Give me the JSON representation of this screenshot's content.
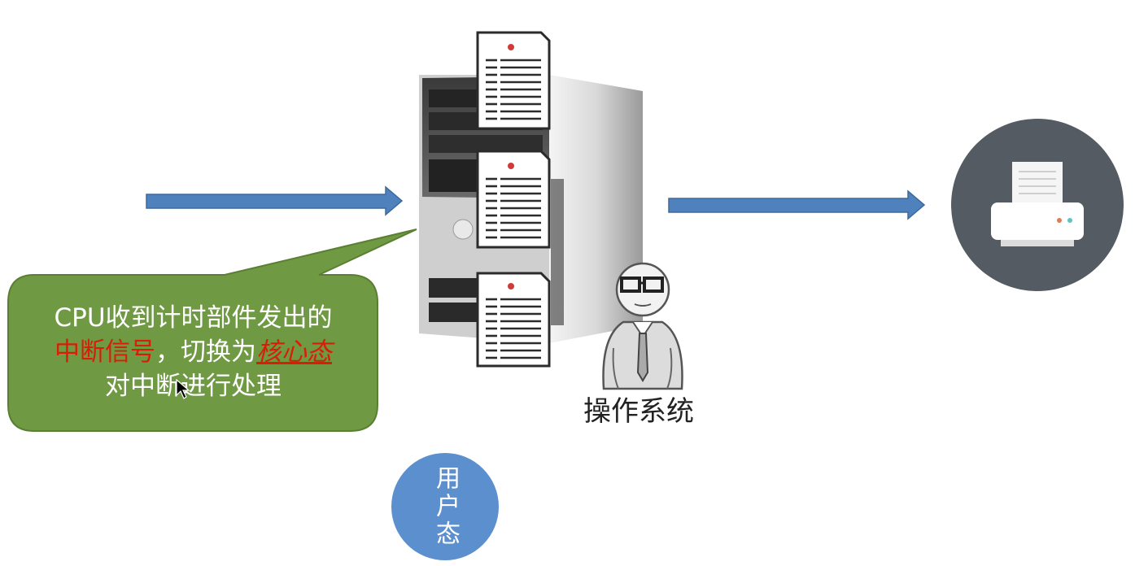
{
  "bubble": {
    "line1": "CPU收到计时部件发出的",
    "line2_red": "中断信号",
    "line2_sep": "，切换为",
    "line2_red_emph": "核心态",
    "line3": "对中断进行处理"
  },
  "os_label": "操作系统",
  "user_mode_label": "用户态",
  "colors": {
    "bubble_fill": "#6f9a43",
    "arrow_fill": "#4f81bd",
    "user_circle": "#5b8fce",
    "printer_circle": "#545b63",
    "highlight_red": "#d81e06"
  },
  "icons": {
    "server": "server-tower-icon",
    "documents": "document-icon",
    "printer": "printer-icon",
    "person": "operating-system-person-icon",
    "cursor": "mouse-cursor-icon"
  }
}
